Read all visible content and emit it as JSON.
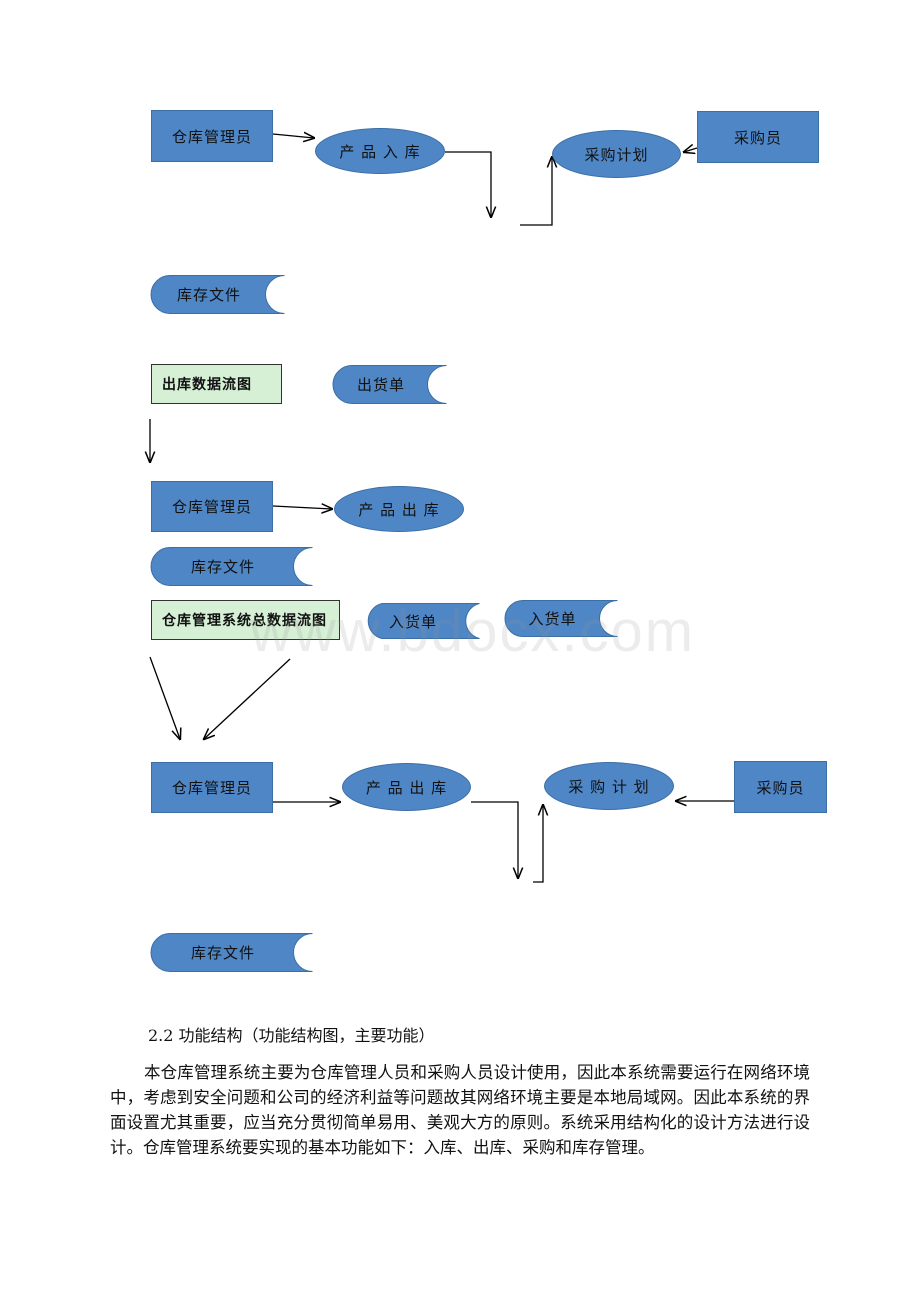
{
  "diagram": {
    "labels": {
      "outbound_title": "出库数据流图",
      "total_title": "仓库管理系统总数据流图"
    },
    "nodes": {
      "warehouse_manager": "仓库管理员",
      "purchaser": "采购员",
      "product_in": "产 品 入 库",
      "product_out_1": "产 品 出 库",
      "product_out_2": "产 品 出 库",
      "purchase_plan_1": "采购计划",
      "purchase_plan_2": "采 购 计 划",
      "inventory_file": "库存文件",
      "shipping_order": "出货单",
      "receiving_order": "入货单"
    }
  },
  "watermark": "www.bdocx.com",
  "section": {
    "title": "2.2 功能结构（功能结构图，主要功能）",
    "paragraph": "本仓库管理系统主要为仓库管理人员和采购人员设计使用，因此本系统需要运行在网络环境中，考虑到安全问题和公司的经济利益等问题故其网络环境主要是本地局域网。因此本系统的界面设置尤其重要，应当充分贯彻简单易用、美观大方的原则。系统采用结构化的设计方法进行设计。仓库管理系统要实现的基本功能如下：入库、出库、采购和库存管理。"
  },
  "colors": {
    "node_fill": "#4f86c6",
    "label_fill": "#d6f0d6"
  }
}
